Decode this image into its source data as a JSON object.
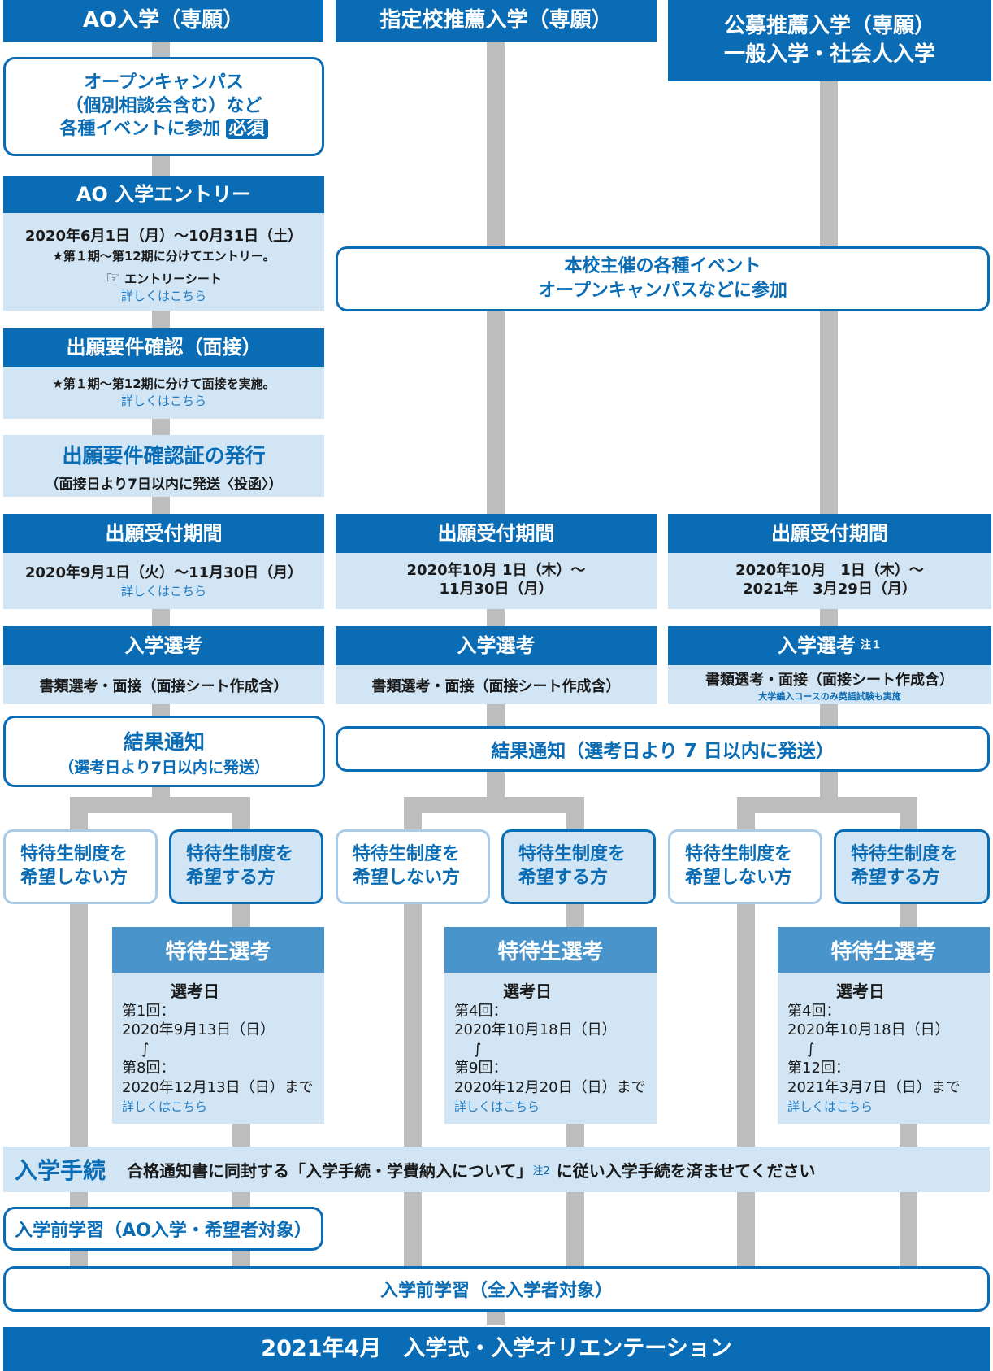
{
  "columns": {
    "ao_title": "AO入学（専願）",
    "shitei_title": "指定校推薦入学（専願）",
    "kobo_title_line1": "公募推薦入学（専願）",
    "kobo_title_line2": "一般入学・社会人入学"
  },
  "ao": {
    "event_line1": "オープンキャンパス",
    "event_line2": "（個別相談会含む）など",
    "event_line3": "各種イベントに参加",
    "event_badge": "必須",
    "entry_title": "AO 入学エントリー",
    "entry_dates": "2020年6月1日（月）〜10月31日（土）",
    "entry_note": "★第１期〜第12期に分けてエントリー。",
    "entry_sheet_icon": "☞",
    "entry_sheet": "エントリーシート",
    "entry_link": "詳しくはこちら",
    "req_title": "出願要件確認（面接）",
    "req_note": "★第１期〜第12期に分けて面接を実施。",
    "req_link": "詳しくはこちら",
    "cert_title": "出願要件確認証の発行",
    "cert_note": "（面接日より7日以内に発送〈投函〉）",
    "app_title": "出願受付期間",
    "app_dates": "2020年9月1日（火）〜11月30日（月）",
    "app_link": "詳しくはこちら",
    "exam_title": "入学選考",
    "exam_body": "書類選考・面接（面接シート作成含）",
    "result_title": "結果通知",
    "result_note": "（選考日より7日以内に発送）"
  },
  "shitei": {
    "app_title": "出願受付期間",
    "app_dates_line1": "2020年10月 1日（木）〜",
    "app_dates_line2": "11月30日（月）",
    "exam_title": "入学選考",
    "exam_body": "書類選考・面接（面接シート作成含）"
  },
  "kobo": {
    "app_title": "出願受付期間",
    "app_dates_line1": "2020年10月　1日（木）〜",
    "app_dates_line2": "2021年　3月29日（月）",
    "exam_title": "入学選考",
    "exam_note_mark": "注１",
    "exam_body": "書類選考・面接（面接シート作成含）",
    "exam_sub": "大学編入コースのみ英語試験も実施"
  },
  "shared": {
    "event_line1": "本校主催の各種イベント",
    "event_line2": "オープンキャンパスなどに参加",
    "result": "結果通知（選考日より 7 日以内に発送）",
    "enroll_title": "入学手続",
    "enroll_text_before": "合格通知書に同封する「入学手続・学費納入について」",
    "enroll_note_mark": "注2",
    "enroll_text_after": "に従い入学手続を済ませてください",
    "pre_ao": "入学前学習（AO入学・希望者対象）",
    "pre_all": "入学前学習（全入学者対象）",
    "final": "2021年4月　入学式・入学オリエンテーション"
  },
  "scholarship": {
    "no_line1": "特待生制度を",
    "no_line2": "希望しない方",
    "yes_line1": "特待生制度を",
    "yes_line2": "希望する方",
    "title": "特待生選考",
    "date_label": "選考日",
    "link": "詳しくはこちら",
    "tilde": "∫",
    "ao_first_label": "第1回：",
    "ao_first_date": "2020年9月13日（日）",
    "ao_last_label": "第8回：",
    "ao_last_date": "2020年12月13日（日）まで",
    "shitei_first_label": "第4回：",
    "shitei_first_date": "2020年10月18日（日）",
    "shitei_last_label": "第9回：",
    "shitei_last_date": "2020年12月20日（日）まで",
    "kobo_first_label": "第4回：",
    "kobo_first_date": "2020年10月18日（日）",
    "kobo_last_label": "第12回：",
    "kobo_last_date": "2021年3月7日（日）まで"
  },
  "colors": {
    "header_blue": "#0a6cb4",
    "light_blue": "#d2e5f4",
    "mid_blue": "#4a94cc",
    "connector_gray": "#bdbdbd"
  }
}
